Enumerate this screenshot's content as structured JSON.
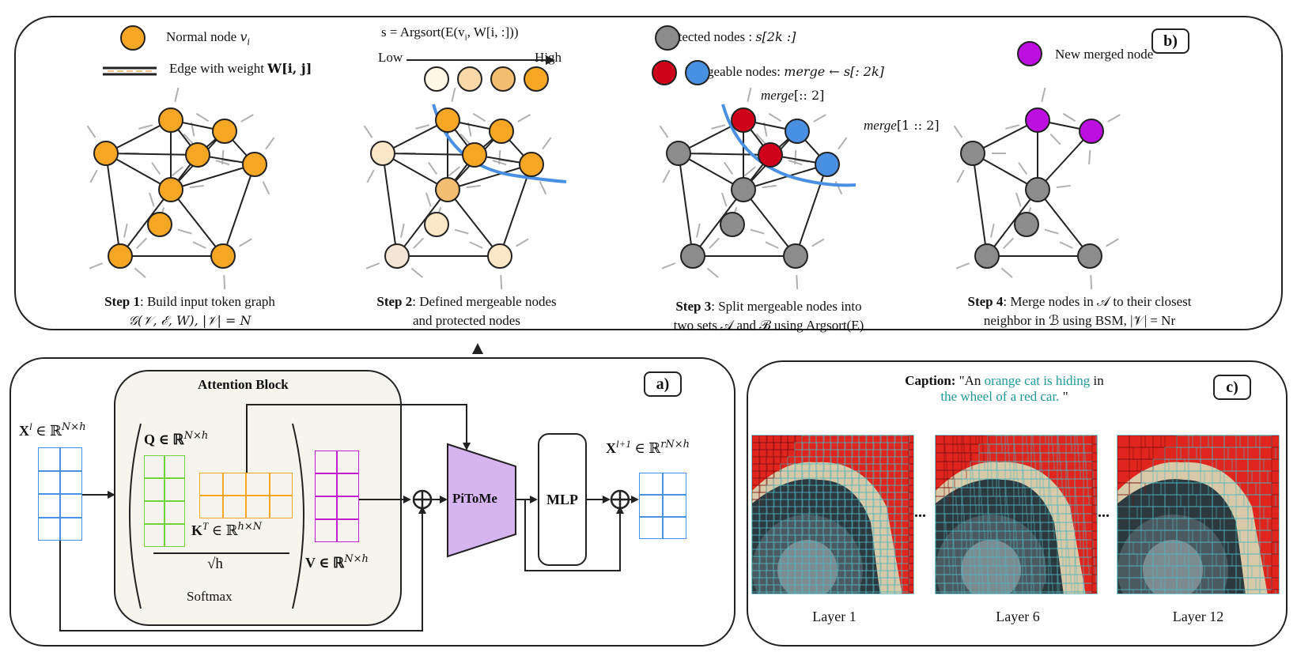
{
  "panel_b": {
    "tag": "b)",
    "legend": {
      "normal_node": "Normal node",
      "normal_node_math": "v",
      "normal_node_sub": "i",
      "edge": "Edge with weight",
      "edge_math": "W[i, j]",
      "argsort_formula": "s = Argsort(E(v",
      "argsort_formula_sub": "i",
      "argsort_formula_tail": ", W[i, :]))",
      "low": "Low",
      "high": "High",
      "protected": "Protected nodes : ",
      "protected_math": "s[2k :]",
      "mergeable": "Mergeable nodes: ",
      "mergeable_math": "merge ← s[: 2k]",
      "merge_a": "merge",
      "merge_a_math": "[:: 2]",
      "merge_b": "merge",
      "merge_b_math": "[1 :: 2]",
      "new_merged": "New merged node"
    },
    "steps": [
      {
        "title": "Step 1",
        "line1": ": Build input token graph",
        "line2": "𝒢(𝒱, ℰ, W), |𝒱| = N"
      },
      {
        "title": "Step 2",
        "line1": ": Defined mergeable nodes",
        "line2": "and protected nodes"
      },
      {
        "title": "Step 3",
        "line1": ": Split mergeable nodes into",
        "line2": "two sets 𝒜 and ℬ using Argsort(E)"
      },
      {
        "title": "Step 4",
        "line1": ": Merge nodes in 𝒜 to their closest",
        "line2": "neighbor in ℬ using BSM, |𝒱| = Nr"
      }
    ]
  },
  "panel_a": {
    "tag": "a)",
    "attention_title": "Attention Block",
    "x_in": "X",
    "x_in_sup": "l",
    "x_in_set": "∈ ℝ",
    "x_in_dim": "N×h",
    "q_label": "Q ∈ ℝ",
    "q_dim": "N×h",
    "k_label": "K",
    "k_sup": "T",
    "k_set": "∈ ℝ",
    "k_dim": "h×N",
    "sqrt_h": "√h",
    "softmax": "Softmax",
    "v_label": "V ∈ ℝ",
    "v_dim": "N×h",
    "pitome": "PiToMe",
    "mlp": "MLP",
    "x_out": "X",
    "x_out_sup": "l+1",
    "x_out_set": "∈ ℝ",
    "x_out_dim": "rN×h"
  },
  "panel_c": {
    "tag": "c)",
    "caption_label": "Caption:",
    "caption_open": "\"An ",
    "caption_highlight1": "orange cat is hiding",
    "caption_mid": " in",
    "caption_highlight2": "the wheel of a red car.",
    "caption_close": " \"",
    "dots": "...",
    "layers": [
      "Layer 1",
      "Layer 6",
      "Layer 12"
    ]
  },
  "colors": {
    "normal": "#f5a623",
    "protected": "#8c8c8c",
    "merge_red": "#d0021b",
    "merge_blue": "#4a90e2",
    "new_merged": "#bd10e0",
    "q_green": "#6fd33a",
    "k_orange": "#f5a623",
    "v_purple": "#c020d0",
    "x_blue": "#4a90e2",
    "pitome_fill": "#d6b4f0",
    "curve": "#4a90e2"
  }
}
